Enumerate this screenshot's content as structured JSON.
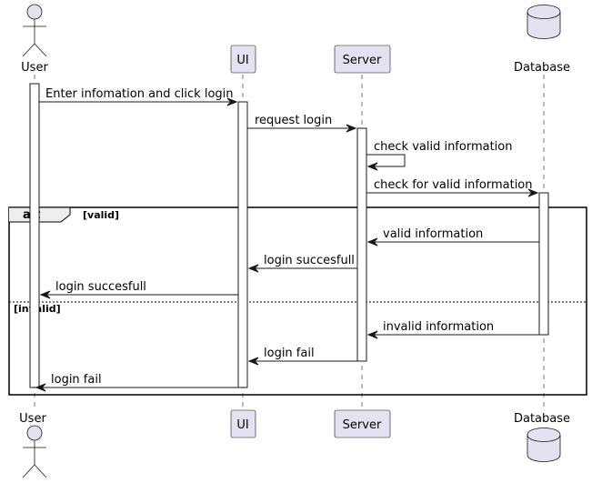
{
  "participants": {
    "user": {
      "label": "User",
      "kind": "actor"
    },
    "ui": {
      "label": "UI",
      "kind": "participant"
    },
    "server": {
      "label": "Server",
      "kind": "participant"
    },
    "database": {
      "label": "Database",
      "kind": "database"
    }
  },
  "messages": {
    "m1": {
      "from": "User",
      "to": "UI",
      "text": "Enter infomation and click login"
    },
    "m2": {
      "from": "UI",
      "to": "Server",
      "text": "request login"
    },
    "m3": {
      "from": "Server",
      "to": "Server",
      "text": "check valid information"
    },
    "m4": {
      "from": "Server",
      "to": "Database",
      "text": "check for valid information"
    },
    "m5": {
      "from": "Database",
      "to": "Server",
      "text": "valid information"
    },
    "m6": {
      "from": "Server",
      "to": "UI",
      "text": "login succesfull"
    },
    "m7": {
      "from": "UI",
      "to": "User",
      "text": "login succesfull"
    },
    "m8": {
      "from": "Database",
      "to": "Server",
      "text": "invalid information"
    },
    "m9": {
      "from": "Server",
      "to": "UI",
      "text": "login fail"
    },
    "m10": {
      "from": "UI",
      "to": "User",
      "text": "login fail"
    }
  },
  "alt": {
    "keyword": "alt",
    "guard_valid": "[valid]",
    "guard_invalid": "[invalid]"
  },
  "colors": {
    "participant_fill": "#E2E2F0",
    "line": "#181818",
    "background": "#FFFFFF"
  }
}
